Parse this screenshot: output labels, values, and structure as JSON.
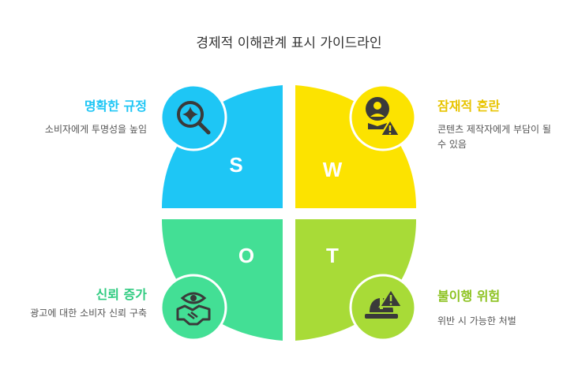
{
  "title": "경제적 이해관계 표시 가이드라인",
  "colors": {
    "strengths": "#1ec6f5",
    "weaknesses": "#fce300",
    "opportunities": "#43df95",
    "threats": "#a8db37",
    "icon": "#3a3a3a"
  },
  "quadrants": {
    "strengths": {
      "letter": "S",
      "heading": "명확한 규정",
      "description": "소비자에게 투명성을 높임",
      "icon": "magnifier-sparkle-icon"
    },
    "weaknesses": {
      "letter": "W",
      "heading": "잠재적 혼란",
      "description": "콘텐츠 제작자에게 부담이 될 수 있음",
      "icon": "user-warning-icon"
    },
    "opportunities": {
      "letter": "O",
      "heading": "신뢰 증가",
      "description": "광고에 대한 소비자 신뢰 구축",
      "icon": "eye-handshake-icon"
    },
    "threats": {
      "letter": "T",
      "heading": "불이행 위험",
      "description": "위반 시 가능한 처벌",
      "icon": "hardhat-warning-icon"
    }
  }
}
